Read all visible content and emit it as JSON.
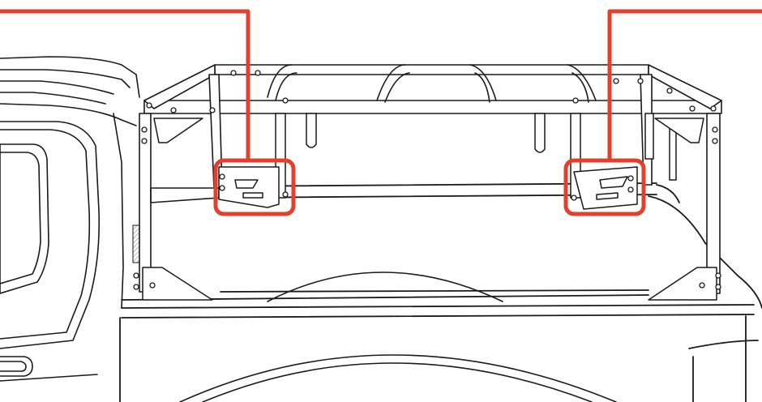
{
  "figure": {
    "subject": "pickup-truck-bed-rack-line-drawing",
    "callouts": [
      {
        "id": "left-bracket-callout",
        "target": "left-mid-bracket"
      },
      {
        "id": "right-bracket-callout",
        "target": "right-mid-bracket"
      }
    ]
  },
  "colors": {
    "background": "#ffffff",
    "line": "#1a1a1a",
    "callout": "#e2402f",
    "hatch": "#9a9a9a"
  }
}
